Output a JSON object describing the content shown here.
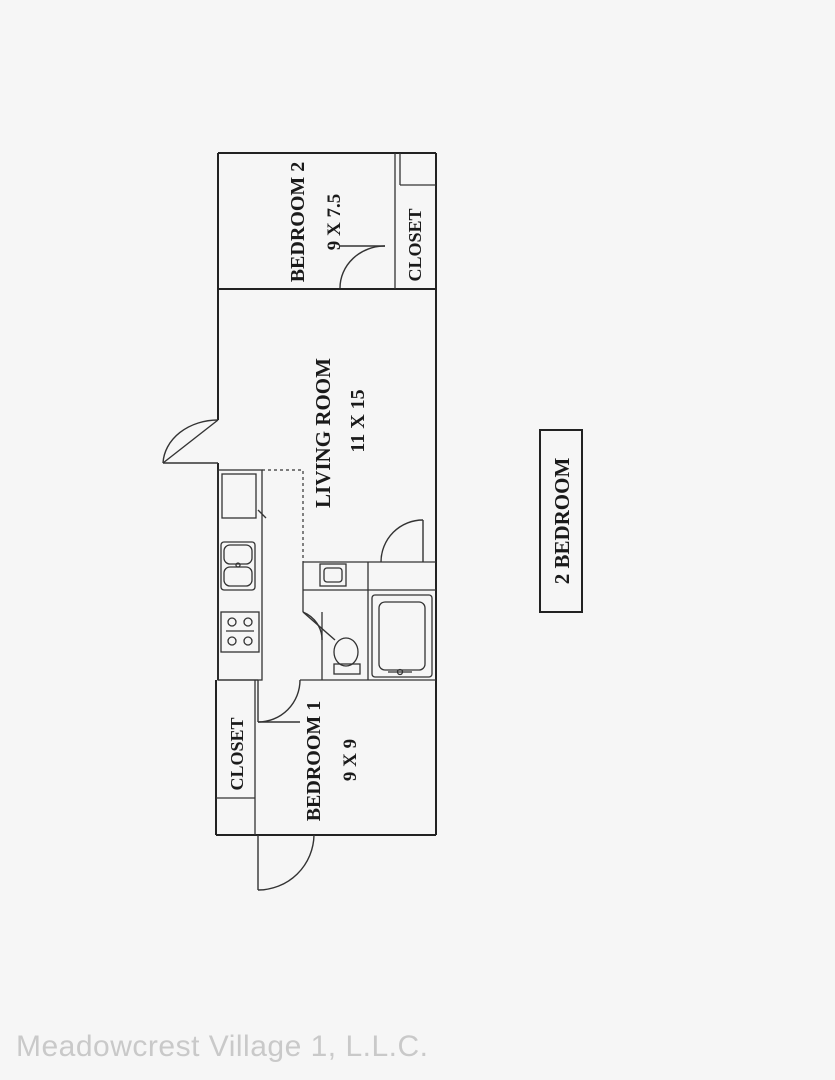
{
  "rooms": {
    "bedroom2": {
      "name": "BEDROOM 2",
      "size": "9 X 7.5"
    },
    "closet2": {
      "name": "CLOSET"
    },
    "living": {
      "name": "LIVING ROOM",
      "size": "11 X 15"
    },
    "bedroom1": {
      "name": "BEDROOM 1",
      "size": "9 X 9"
    },
    "closet1": {
      "name": "CLOSET"
    }
  },
  "unit_label": "2 BEDROOM",
  "watermark": "Meadowcrest Village 1, L.L.C."
}
